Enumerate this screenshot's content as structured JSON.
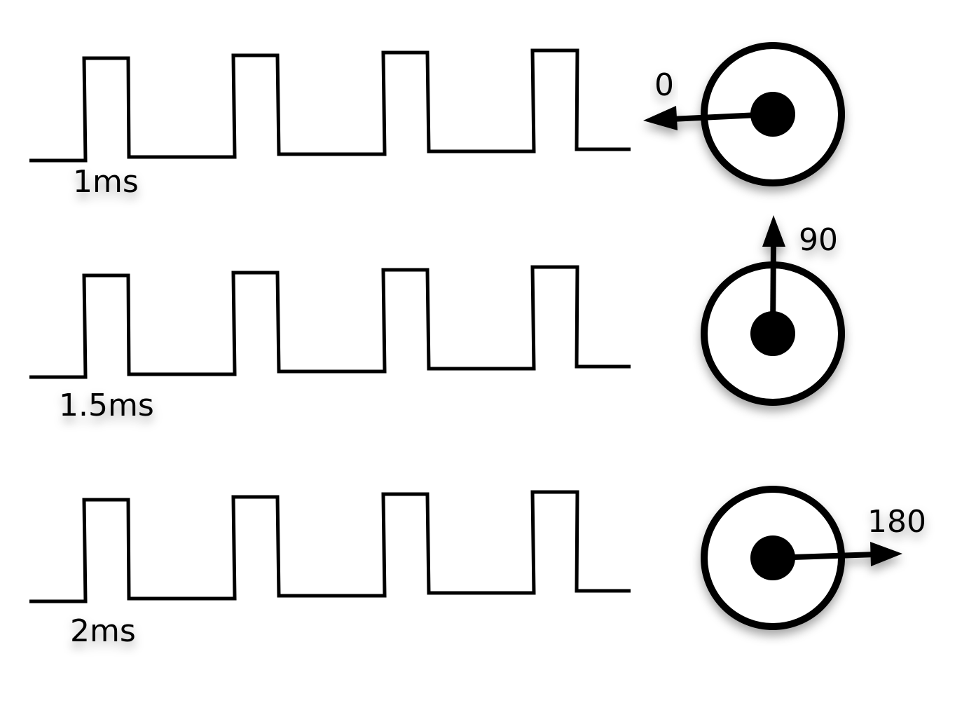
{
  "rows": [
    {
      "pulse_label": "1ms",
      "angle_label": "0",
      "angle_deg": 0
    },
    {
      "pulse_label": "1.5ms",
      "angle_label": "90",
      "angle_deg": 90
    },
    {
      "pulse_label": "2ms",
      "angle_label": "180",
      "angle_deg": 180
    }
  ],
  "style": {
    "ink": "#000000",
    "background": "#ffffff"
  }
}
